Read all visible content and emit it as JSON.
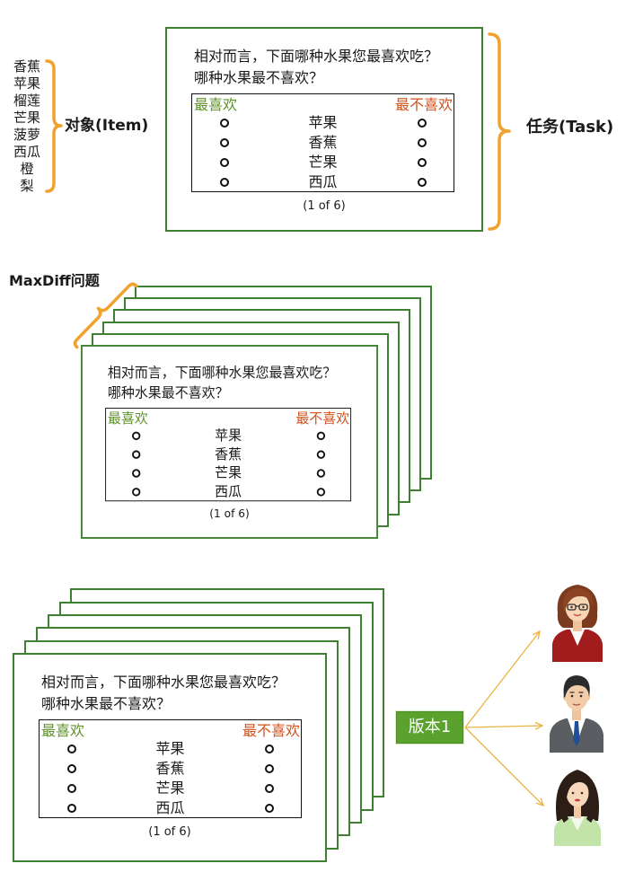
{
  "maxdiff_title": "MaxDiff问题",
  "item_bracket_label": "对象(Item)",
  "task_bracket_label": "任务(Task)",
  "items": [
    "香蕉",
    "苹果",
    "榴莲",
    "芒果",
    "菠萝",
    "西瓜",
    "橙",
    "梨"
  ],
  "card": {
    "question_line1": "相对而言，下面哪种水果您最喜欢吃？",
    "question_line2": "哪种水果最不喜欢？",
    "best_label": "最喜欢",
    "worst_label": "最不喜欢",
    "options": [
      "苹果",
      "香蕉",
      "芒果",
      "西瓜"
    ],
    "counter": "(1 of 6)"
  },
  "version_label": "版本1",
  "icons": {
    "respondent_1": "woman-with-glasses-avatar",
    "respondent_2": "man-in-suit-avatar",
    "respondent_3": "woman-avatar",
    "choice_marker": "radio-circle-icon",
    "bracket": "curly-brace-icon",
    "arrow": "arrow-icon"
  },
  "colors": {
    "card_border": "#3f8033",
    "best": "#5f922c",
    "worst": "#d2521d",
    "bracket": "#f0a22e",
    "version_bg": "#5aa12e",
    "arrow": "#e9b441"
  }
}
